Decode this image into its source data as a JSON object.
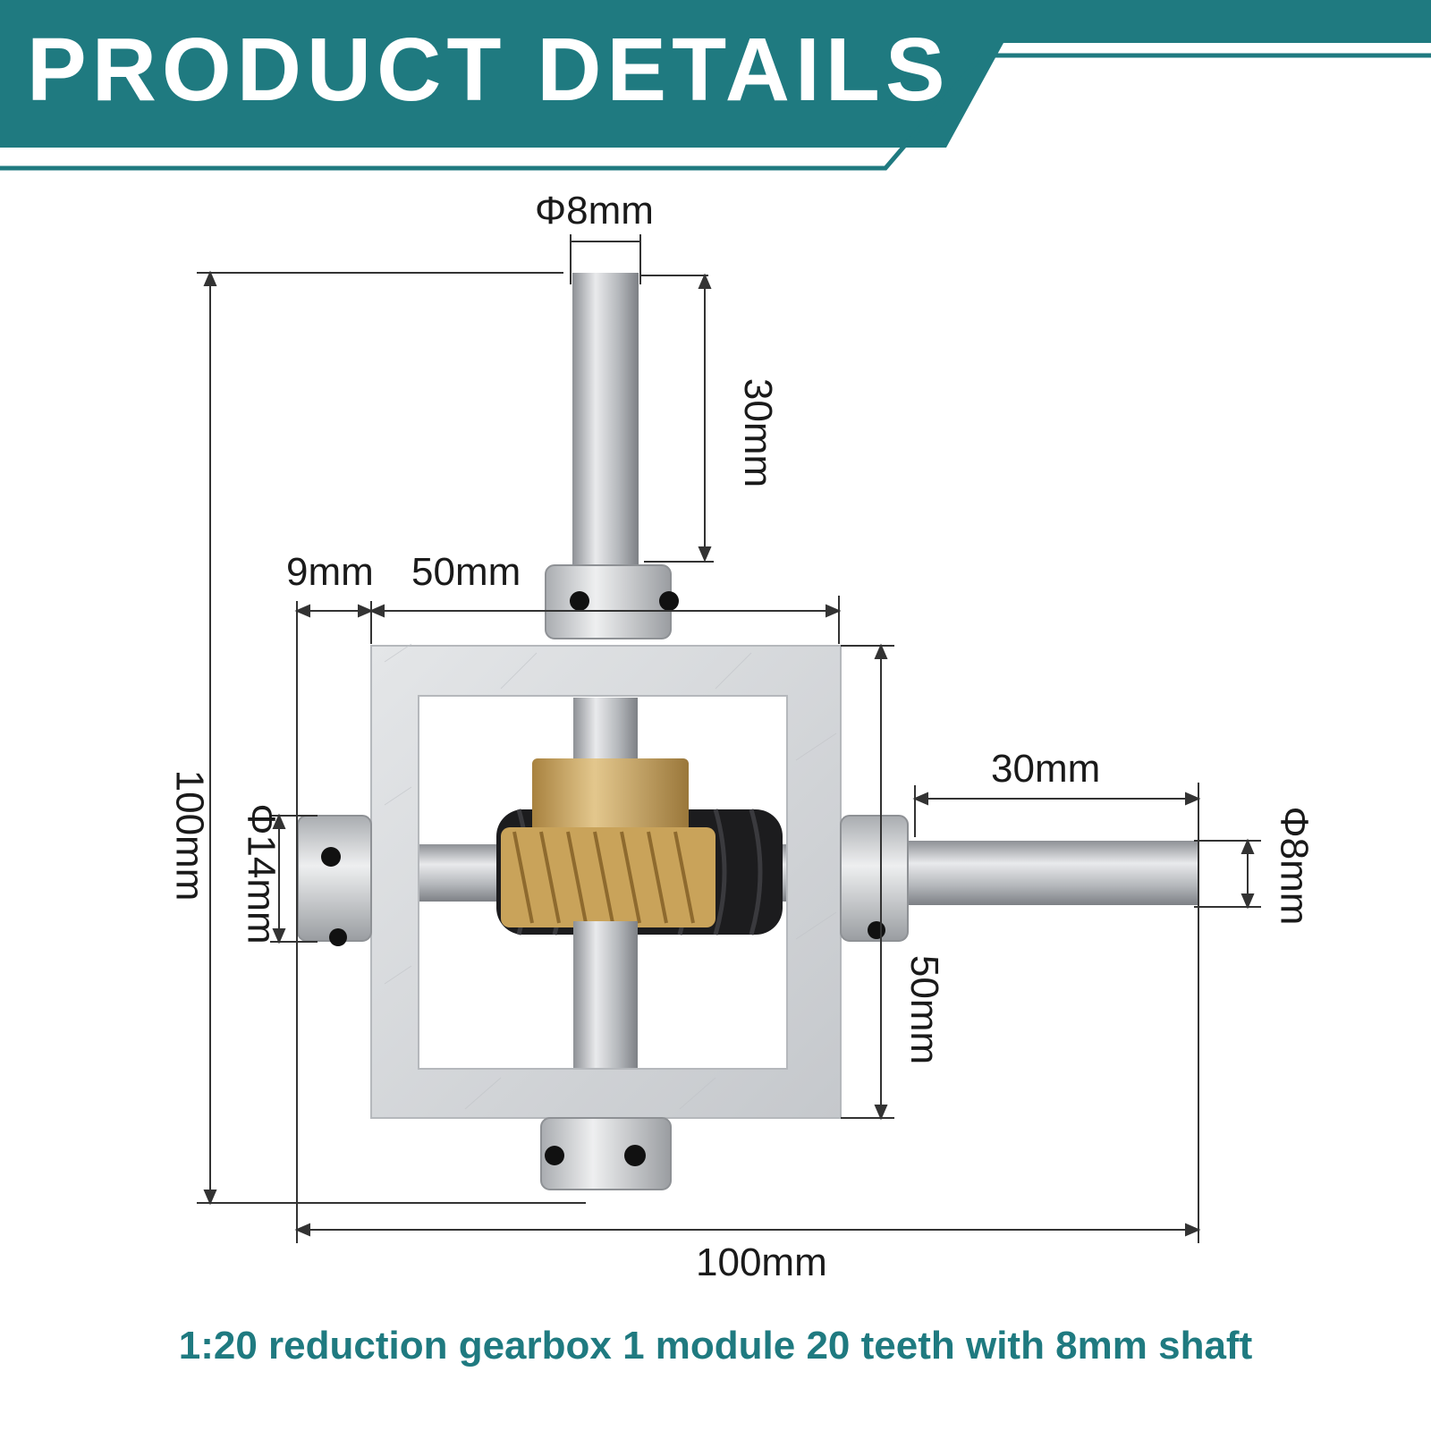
{
  "header": {
    "title": "PRODUCT DETAILS"
  },
  "colors": {
    "banner": "#1f7a80",
    "caption": "#1f7a80",
    "brass": "#c9a35a",
    "aluminum": "#d3d5d8"
  },
  "dimensions": {
    "top_shaft_diameter": "Φ8mm",
    "top_shaft_length": "30mm",
    "collar_width": "9mm",
    "housing_width": "50mm",
    "overall_height": "100mm",
    "collar_diameter": "Φ14mm",
    "right_shaft_length": "30mm",
    "right_shaft_diameter": "Φ8mm",
    "housing_height": "50mm",
    "overall_width": "100mm"
  },
  "caption": {
    "text": "1:20 reduction gearbox 1 module 20 teeth with 8mm shaft"
  }
}
